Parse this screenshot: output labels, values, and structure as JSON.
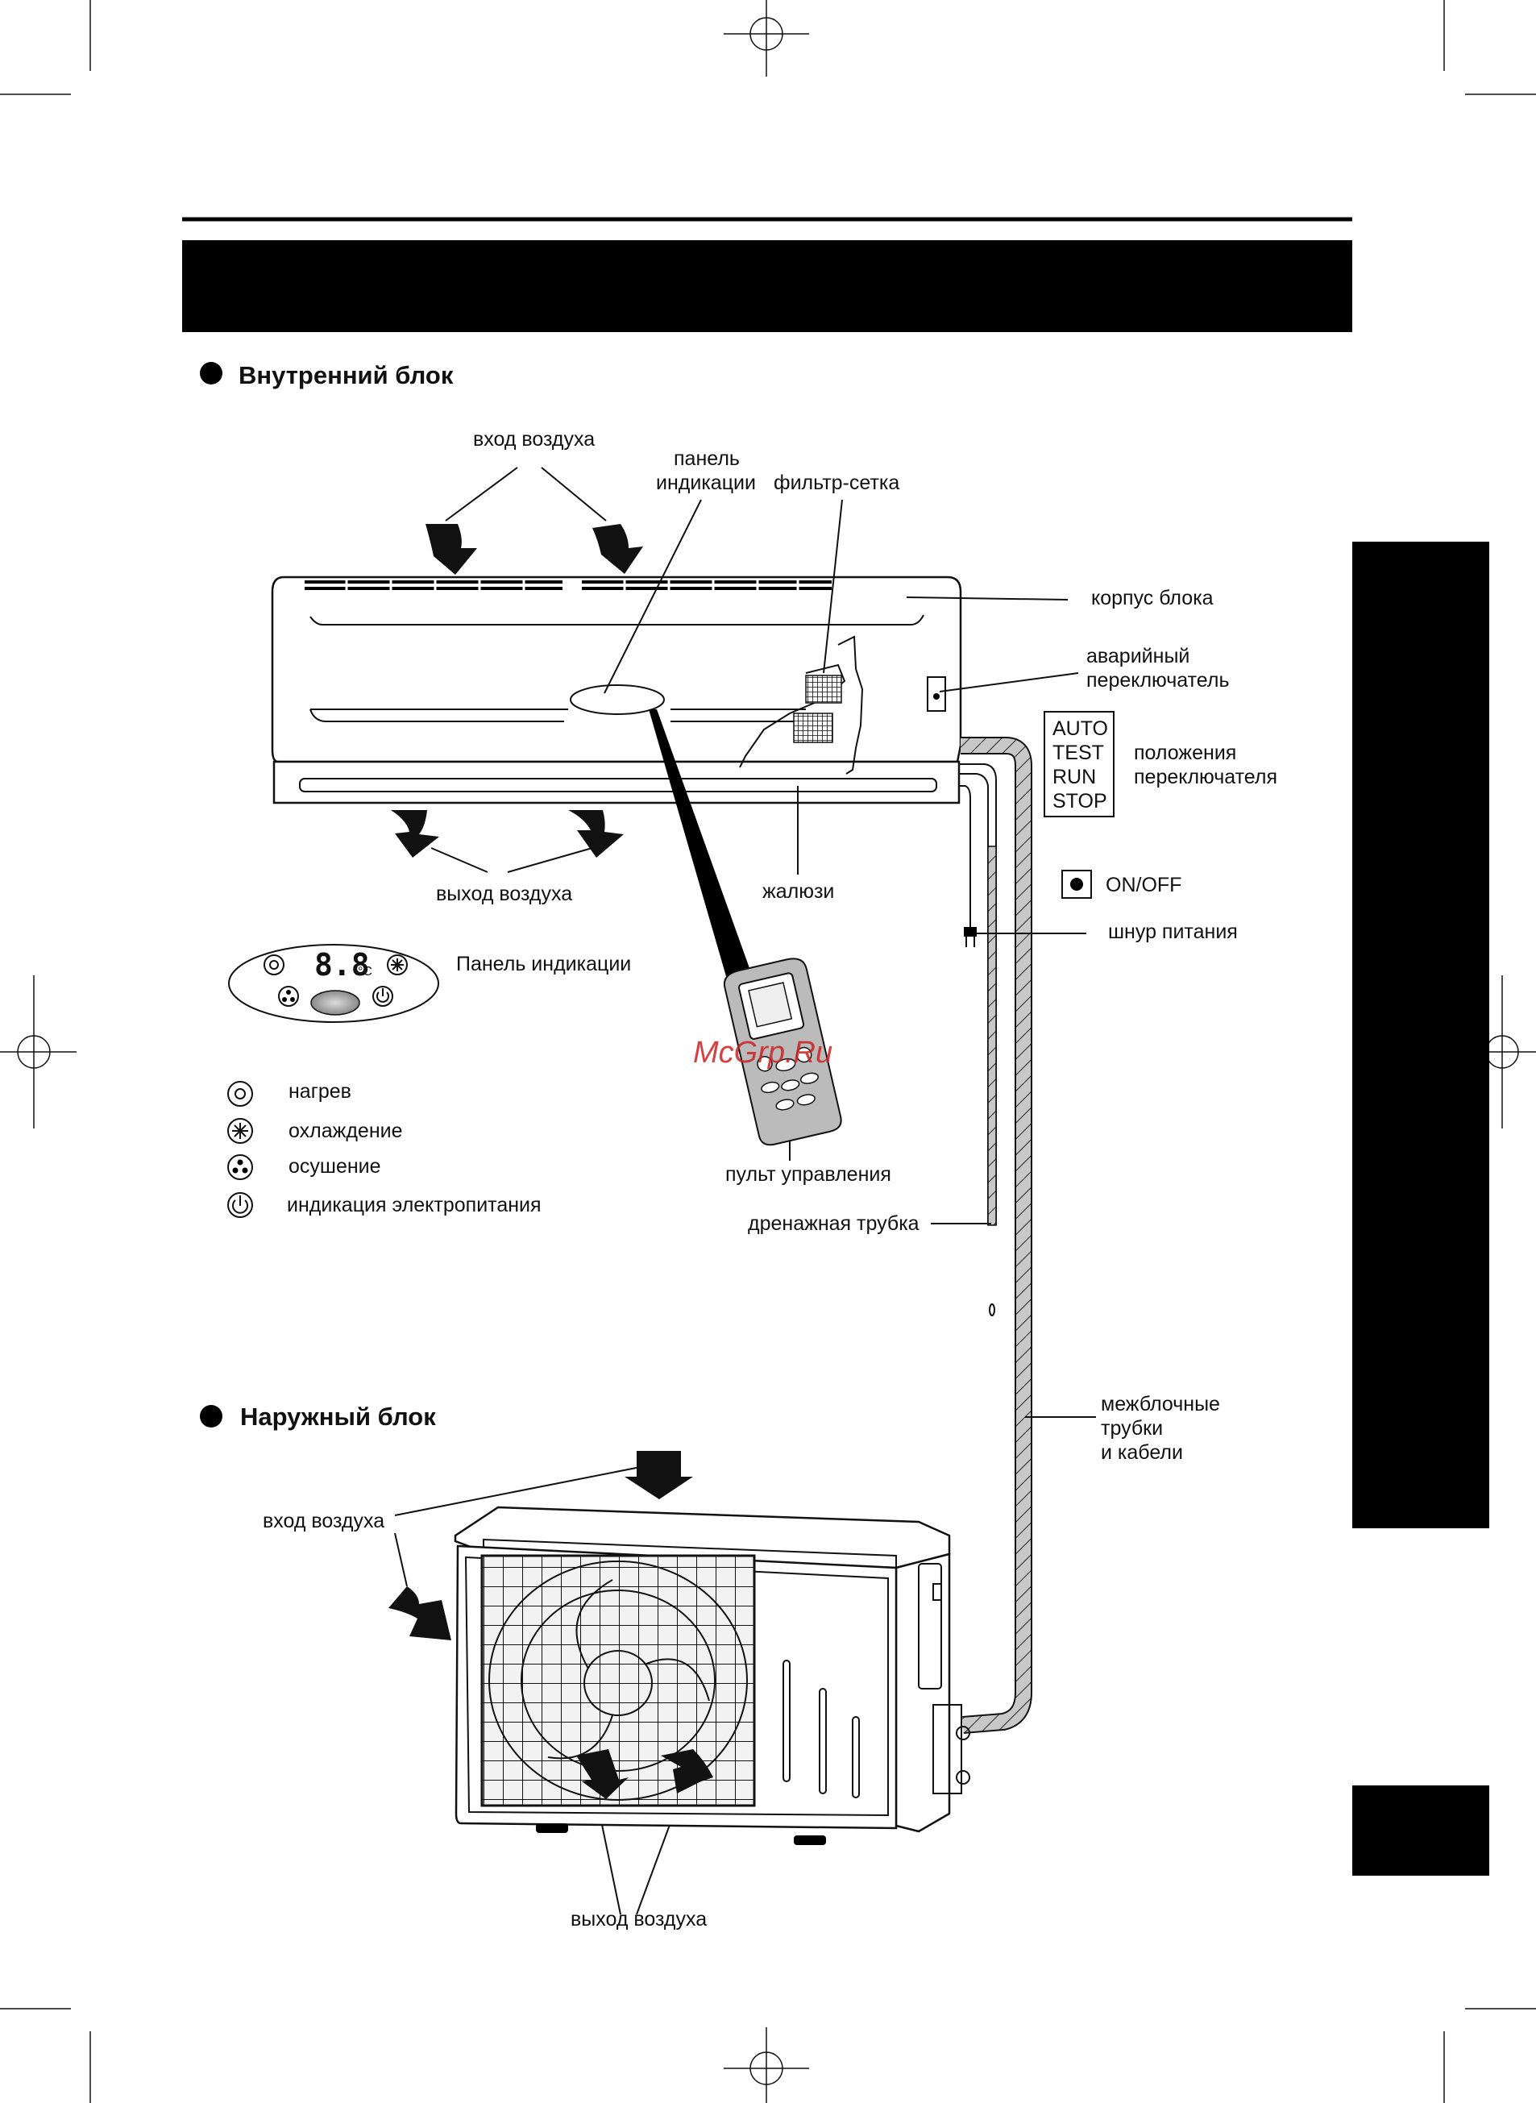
{
  "indoor": {
    "title": "Внутренний блок",
    "labels": {
      "air_in": "вход воздуха",
      "panel_line1": "панель",
      "panel_line2": "индикации",
      "filter": "фильтр-сетка",
      "case": "корпус блока",
      "emergency_line1": "аварийный",
      "emergency_line2": "переключатель",
      "switch_pos_line1": "положения",
      "switch_pos_line2": "переключателя",
      "air_out": "выход воздуха",
      "louver": "жалюзи",
      "power_cord": "шнур питания",
      "remote": "пульт управления",
      "drain": "дренажная трубка",
      "pipes_line1": "межблочные",
      "pipes_line2": "трубки",
      "pipes_line3": "и кабели"
    },
    "switch_modes": [
      "AUTO",
      "TEST",
      "RUN",
      "STOP"
    ],
    "on_off": "ON/OFF",
    "display_panel": {
      "title": "Панель индикации",
      "digits": "8.8",
      "unit": "°C"
    },
    "legend": [
      {
        "icon": "heat-icon",
        "label": "нагрев"
      },
      {
        "icon": "cool-icon",
        "label": "охлаждение"
      },
      {
        "icon": "dry-icon",
        "label": "осушение"
      },
      {
        "icon": "power-icon",
        "label": "индикация электропитания"
      }
    ]
  },
  "outdoor": {
    "title": "Наружный блок",
    "labels": {
      "air_in": "вход воздуха",
      "air_out": "выход воздуха"
    }
  },
  "watermark": "McGrp.Ru"
}
